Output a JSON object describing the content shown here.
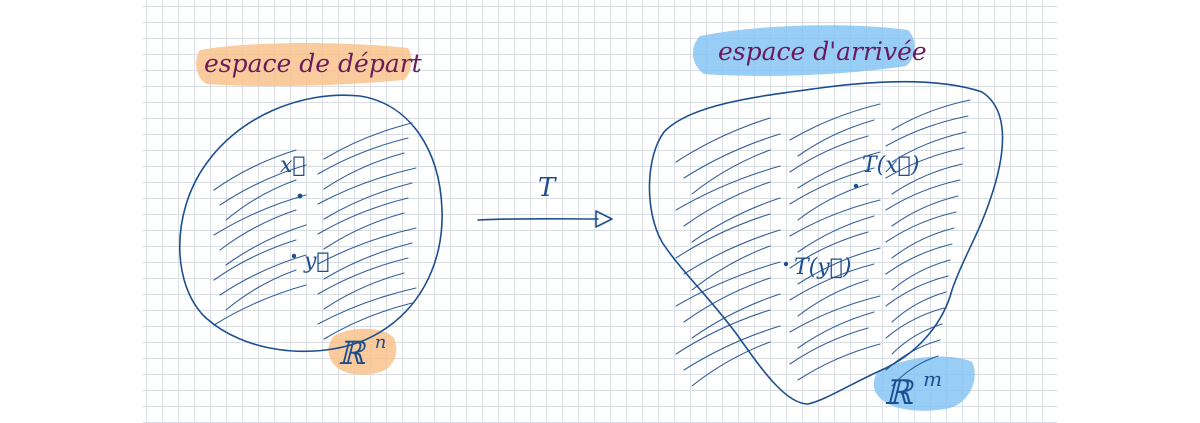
{
  "diagram": {
    "source_label": "espace de départ",
    "target_label": "espace d'arrivée",
    "map_label": "T",
    "source_space": "ℝ",
    "source_space_exponent": "n",
    "target_space": "ℝ",
    "target_space_exponent": "m",
    "point_x": "x⃗",
    "point_y": "y⃗",
    "image_x": "T(x⃗)",
    "image_y": "T(y⃗)"
  },
  "colors": {
    "ink": "#1d4f8f",
    "purple_ink": "#6a1a5c",
    "orange_highlight": "#f9c28c",
    "blue_highlight": "#86c4f5",
    "grid": "#d9dee4"
  }
}
